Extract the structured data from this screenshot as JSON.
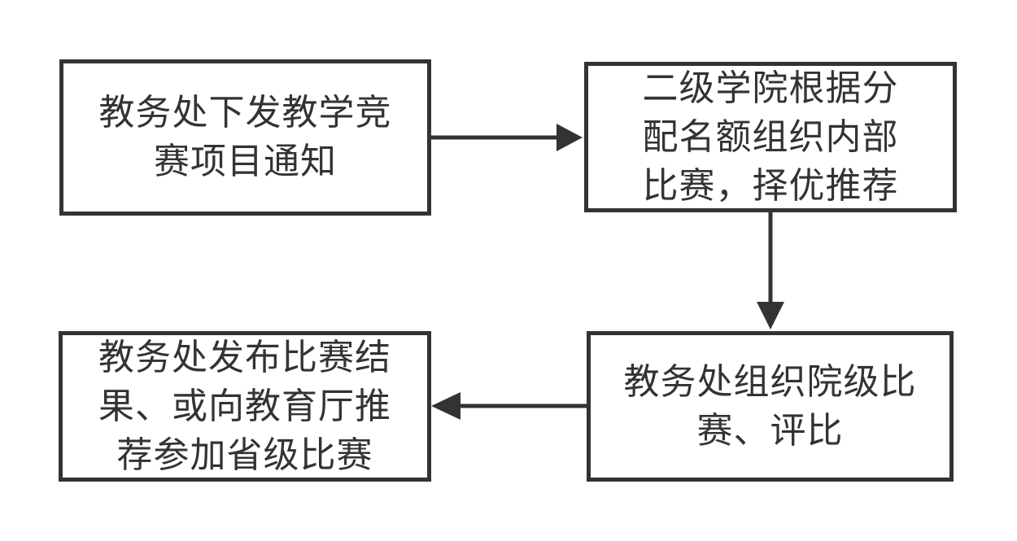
{
  "nodes": {
    "notice": {
      "text": "教务处下发教学竞赛项目通知"
    },
    "college": {
      "text": "二级学院根据分配名额组织内部比赛，择优推荐"
    },
    "school": {
      "text": "教务处组织院级比赛、评比"
    },
    "result": {
      "text": "教务处发布比赛结果、或向教育厅推荐参加省级比赛"
    }
  },
  "colors": {
    "stroke": "#333333",
    "text": "#333333",
    "background": "#ffffff"
  }
}
